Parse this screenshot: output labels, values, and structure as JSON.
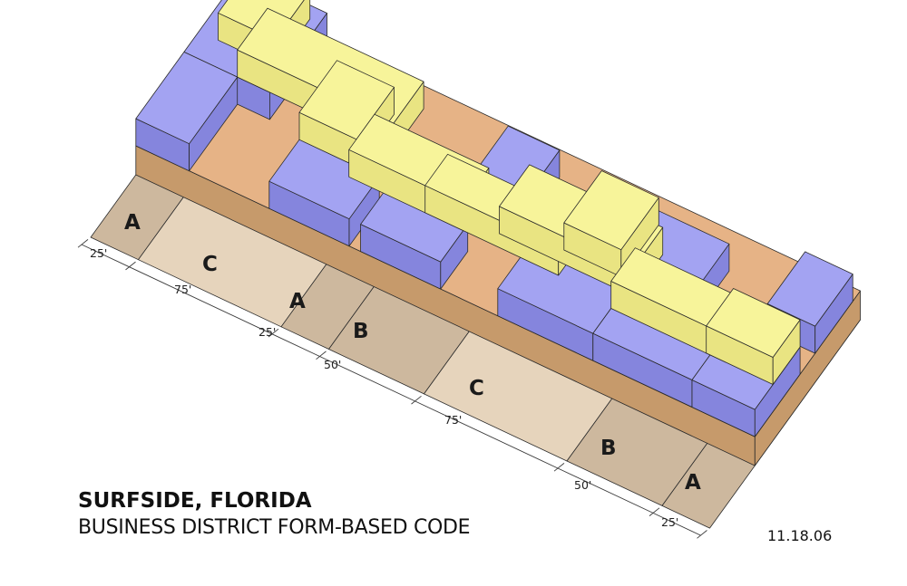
{
  "title": "SURFSIDE, FLORIDA",
  "subtitle": "BUSINESS DISTRICT FORM-BASED CODE",
  "date": "11.18.06",
  "lots": [
    {
      "type": "A",
      "width": "25'"
    },
    {
      "type": "C",
      "width": "75'"
    },
    {
      "type": "A",
      "width": "25'"
    },
    {
      "type": "B",
      "width": "50'"
    },
    {
      "type": "C",
      "width": "75'"
    },
    {
      "type": "B",
      "width": "50'"
    },
    {
      "type": "A",
      "width": "25'"
    }
  ],
  "colors": {
    "ground_shaded": "#cdb89e",
    "ground_light": "#e6d4bc",
    "podium_top": "#e6b386",
    "podium_side": "#c69a6b",
    "midrise_top": "#a3a3f2",
    "midrise_side": "#8585dd",
    "tower_top": "#f7f49a",
    "tower_side": "#e9e482"
  }
}
